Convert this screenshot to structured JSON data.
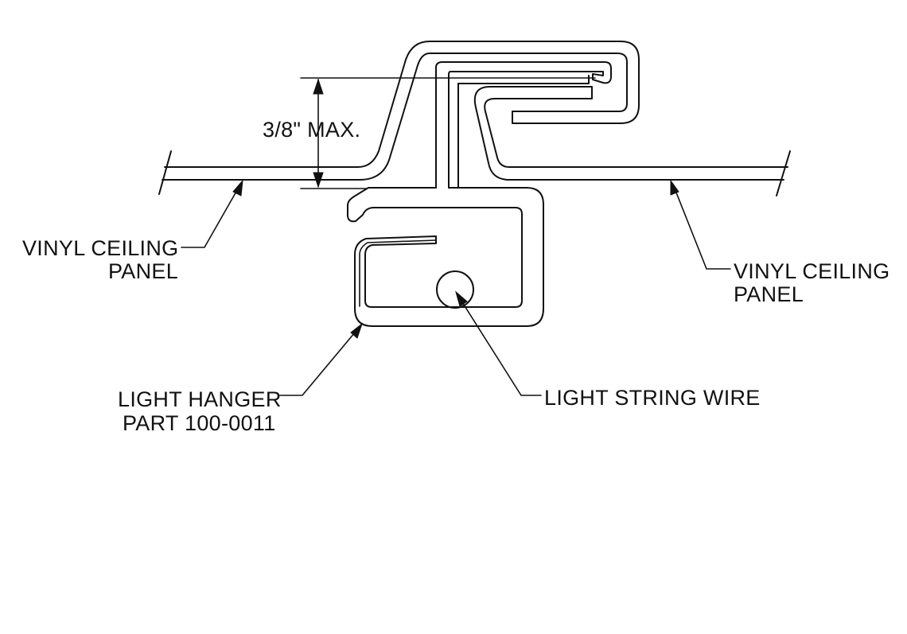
{
  "diagram": {
    "dimension_label": "3/8\" MAX.",
    "left_panel_label": {
      "line1": "VINYL CEILING",
      "line2": "PANEL"
    },
    "right_panel_label": {
      "line1": "VINYL CEILING",
      "line2": "PANEL"
    },
    "hanger_label": {
      "line1": "LIGHT HANGER",
      "line2": "PART 100-0011"
    },
    "wire_label": "LIGHT STRING WIRE"
  },
  "colors": {
    "line": "#111111",
    "background": "#ffffff"
  }
}
